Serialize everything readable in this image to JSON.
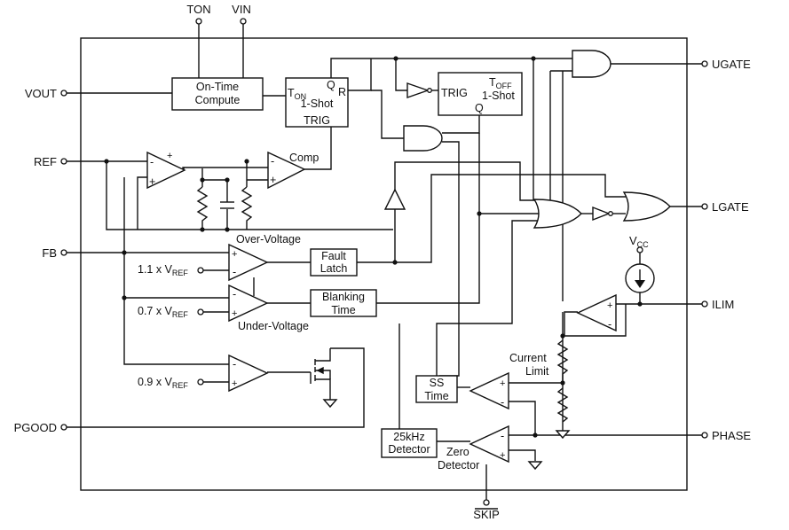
{
  "pins": {
    "ton": "TON",
    "vin": "VIN",
    "vout": "VOUT",
    "ref": "REF",
    "fb": "FB",
    "pgood": "PGOOD",
    "ugate": "UGATE",
    "lgate": "LGATE",
    "ilim": "ILIM",
    "phase": "PHASE",
    "skip": "SKIP"
  },
  "blocks": {
    "on_time_line1": "On-Time",
    "on_time_line2": "Compute",
    "oneshot_t": "T",
    "oneshot_on_sub": "ON",
    "oneshot_q": "Q",
    "oneshot_r": "R",
    "oneshot_name": "1-Shot",
    "oneshot_trig": "TRIG",
    "toff_t": "T",
    "toff_sub": "OFF",
    "toff_name": "1-Shot",
    "toff_trig": "TRIG",
    "toff_q": "Q",
    "fault_line1": "Fault",
    "fault_line2": "Latch",
    "blank_line1": "Blanking",
    "blank_line2": "Time",
    "ss_line1": "SS",
    "ss_line2": "Time",
    "osc_line1": "25kHz",
    "osc_line2": "Detector"
  },
  "labels": {
    "comp": "Comp",
    "over_voltage": "Over-Voltage",
    "under_voltage": "Under-Voltage",
    "current_limit_line1": "Current",
    "current_limit_line2": "Limit",
    "zero_line1": "Zero",
    "zero_line2": "Detector",
    "vcc_main": "V",
    "vcc_sub": "CC"
  },
  "refs": {
    "ov_mult": "1.1 x V",
    "uv_mult": "0.7 x V",
    "pg_mult": "0.9 x V",
    "sub": "REF"
  },
  "opamp_signs": {
    "plus": "+",
    "minus": "-"
  }
}
